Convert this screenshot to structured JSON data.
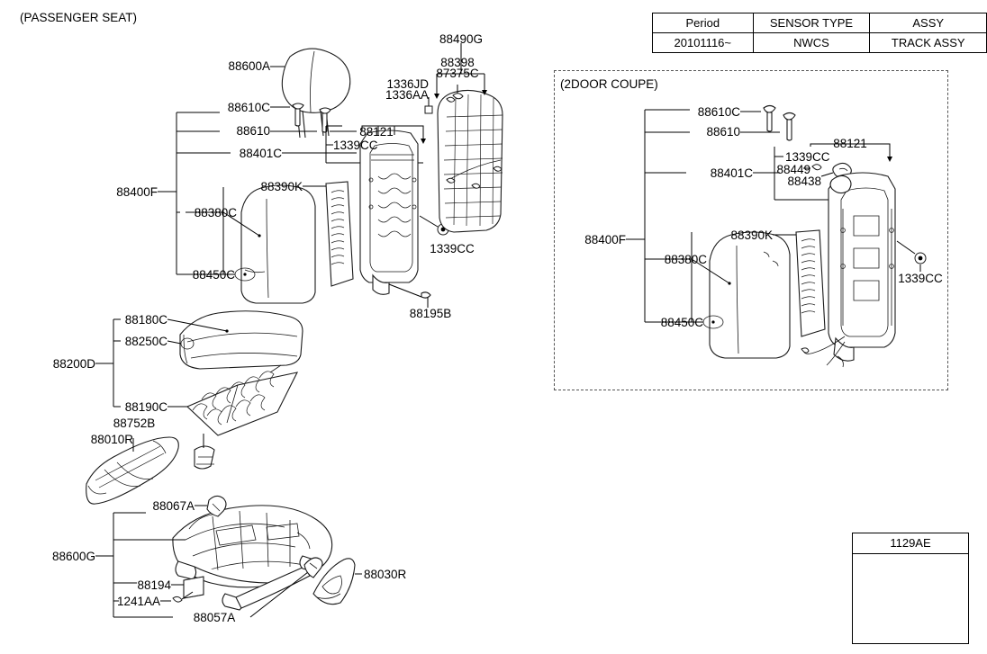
{
  "diagram": {
    "left_section_title": "(PASSENGER SEAT)",
    "right_section_title": "(2DOOR COUPE)"
  },
  "spec_table": {
    "headers": [
      "Period",
      "SENSOR TYPE",
      "ASSY"
    ],
    "rows": [
      [
        "20101116~",
        "NWCS",
        "TRACK ASSY"
      ]
    ]
  },
  "legend": {
    "part_number": "1129AE",
    "icon": "bolt-icon"
  },
  "left_labels": {
    "headrest": "88600A",
    "headrest_bolt_c": "88610C",
    "headrest_bolt": "88610",
    "back_cover": "88401C",
    "back_assy": "88400F",
    "back_pad": "88380C",
    "back_trim": "88390K",
    "back_clip": "88450C",
    "frame_88121": "88121",
    "frame_1339CC": "1339CC",
    "frame_1339CC_2": "1339CC",
    "shield_88490G": "88490G",
    "shield_88398": "88398",
    "shield_87375C": "87375C",
    "clip_1336JD": "1336JD",
    "clip_1336AA": "1336AA",
    "bolt_88195B": "88195B",
    "cushion_cover": "88180C",
    "cushion_clip": "88250C",
    "cushion_assy": "88200D",
    "cushion_heater": "88190C",
    "knob_88752B": "88752B",
    "side_cover_88010R": "88010R",
    "track_bracket_88067A": "88067A",
    "track_assy_88600G": "88600G",
    "track_88194": "88194",
    "track_1241AA": "1241AA",
    "track_88057A": "88057A",
    "side_cover_88030R": "88030R"
  },
  "right_labels": {
    "headrest_bolt_c": "88610C",
    "headrest_bolt": "88610",
    "back_cover": "88401C",
    "back_assy": "88400F",
    "back_pad": "88380C",
    "back_trim": "88390K",
    "back_clip": "88450C",
    "frame_88121": "88121",
    "frame_1339CC": "1339CC",
    "lever_88449": "88449",
    "lever_88438": "88438",
    "bolt_1339CC": "1339CC"
  }
}
